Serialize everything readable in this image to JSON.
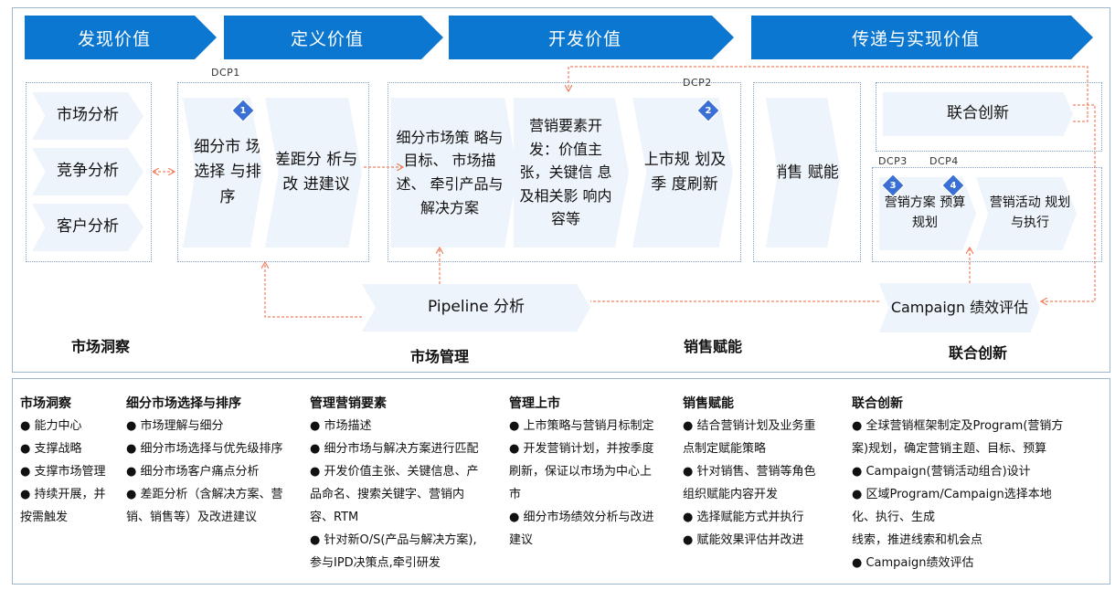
{
  "phases": [
    "发现价值",
    "定义价值",
    "开发价值",
    "传递与实现价值"
  ],
  "dcp": [
    "DCP1",
    "DCP2",
    "DCP3",
    "DCP4"
  ],
  "badges": [
    "1",
    "2",
    "3",
    "4"
  ],
  "left_boxes": [
    "市场分析",
    "竞争分析",
    "客户分析"
  ],
  "boxes": {
    "segment_selection": [
      "细分市",
      "场选择",
      "与排序"
    ],
    "gap_analysis": [
      "差距分",
      "析与改",
      "进建议"
    ],
    "segment_strategy": [
      "细分市场策",
      "略与目标、",
      "市场描述、",
      "牵引产品与",
      "解决方案"
    ],
    "marketing_elements": [
      "营销要素开",
      "发：价值主",
      "张，关键信",
      "息及相关影",
      "响内容等"
    ],
    "launch_plan": [
      "上市规",
      "划及季",
      "度刷新"
    ],
    "sales_enablement": [
      "销售",
      "赋能"
    ],
    "joint_innovation": "联合创新",
    "campaign_budget": [
      "营销方案",
      "预算规划"
    ],
    "campaign_execution": [
      "营销活动",
      "规划与执行"
    ],
    "pipeline": "Pipeline 分析",
    "campaign_eval": [
      "Campaign",
      "绩效评估"
    ]
  },
  "section_titles": {
    "market_insight": "市场洞察",
    "market_management": "市场管理",
    "sales_enablement": "销售赋能",
    "joint_innovation": "联合创新"
  },
  "columns": [
    {
      "title": "市场洞察",
      "items": [
        "● 能力中心",
        "● 支撑战略",
        "● 支撑市场管理",
        "● 持续开展，并",
        "按需触发"
      ]
    },
    {
      "title": "细分市场选择与排序",
      "items": [
        "● 市场理解与细分",
        "● 细分市场选择与优先级排序",
        "● 细分市场客户痛点分析",
        "● 差距分析（含解决方案、营",
        "销、销售等）及改进建议"
      ]
    },
    {
      "title": "管理营销要素",
      "items": [
        "● 市场描述",
        "● 细分市场与解决方案进行匹配",
        "● 开发价值主张、关键信息、产",
        "品命名、搜索关键字、营销内",
        "容、RTM",
        "● 针对新O/S(产品与解决方案),",
        "参与IPD决策点,牵引研发"
      ]
    },
    {
      "title": "管理上市",
      "items": [
        "● 上市策略与营销月标制定",
        "● 开发营销计划，并按季度",
        "刷新，保证以市场为中心上",
        "市",
        "● 细分市场绩效分析与改进",
        "建议"
      ]
    },
    {
      "title": "销售赋能",
      "items": [
        "● 结合营销计划及业务重",
        "点制定赋能策略",
        "● 针对销售、营销等角色",
        "组织赋能内容开发",
        "● 选择赋能方式并执行",
        "● 赋能效果评估并改进"
      ]
    },
    {
      "title": "联合创新",
      "items": [
        "● 全球营销框架制定及Program(营销方",
        "案)规划，确定营销主题、目标、预算",
        "● Campaign(营销活动组合)设计",
        "● 区域Program/Campaign选择本地",
        "化、执行、生成",
        "线索，推进线索和机会点",
        "● Campaign绩效评估"
      ]
    }
  ],
  "colors": {
    "phase_blue": "#0b77d0",
    "box_fill": "#eef4fb",
    "box_border": "#1f5fa6",
    "connector": "#f08060",
    "badge": "#3a6fd6"
  }
}
